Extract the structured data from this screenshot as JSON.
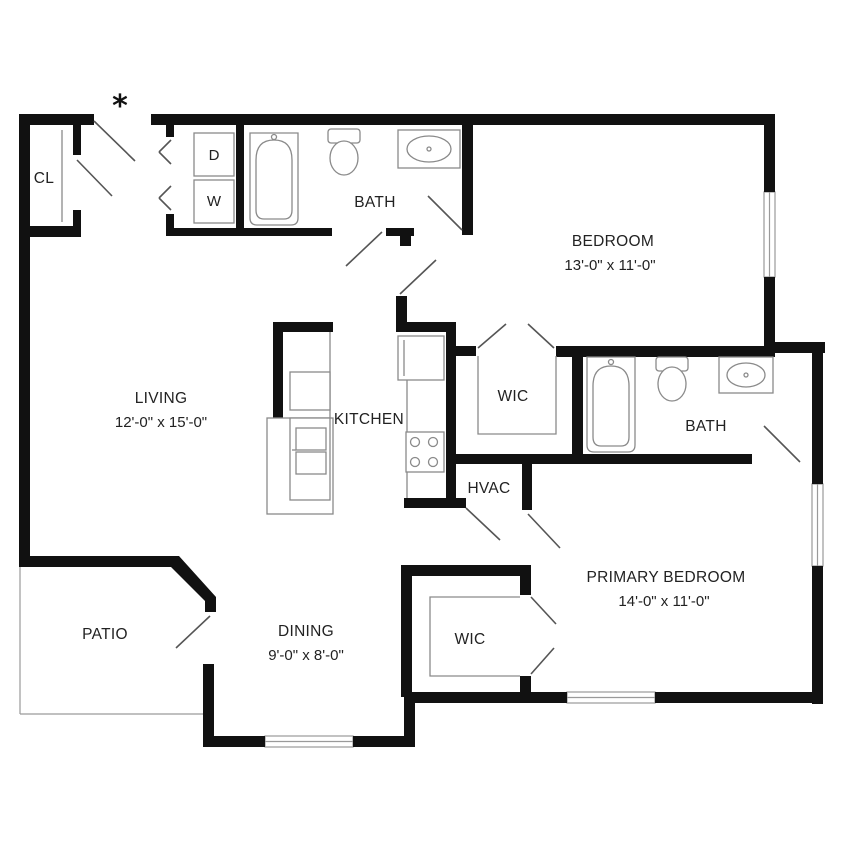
{
  "plan": {
    "entry_marker": "*",
    "rooms": {
      "closet": {
        "name": "CL"
      },
      "bath1": {
        "name": "BATH"
      },
      "bedroom": {
        "name": "BEDROOM",
        "dims": "13'-0\" x 11'-0\""
      },
      "living": {
        "name": "LIVING",
        "dims": "12'-0\" x 15'-0\""
      },
      "kitchen": {
        "name": "KITCHEN"
      },
      "wic1": {
        "name": "WIC"
      },
      "bath2": {
        "name": "BATH"
      },
      "hvac": {
        "name": "HVAC"
      },
      "primary": {
        "name": "PRIMARY BEDROOM",
        "dims": "14'-0\" x 11'-0\""
      },
      "patio": {
        "name": "PATIO"
      },
      "dining": {
        "name": "DINING",
        "dims": "9'-0\" x 8'-0\""
      },
      "wic2": {
        "name": "WIC"
      }
    },
    "appliances": {
      "dryer": "D",
      "washer": "W"
    }
  }
}
